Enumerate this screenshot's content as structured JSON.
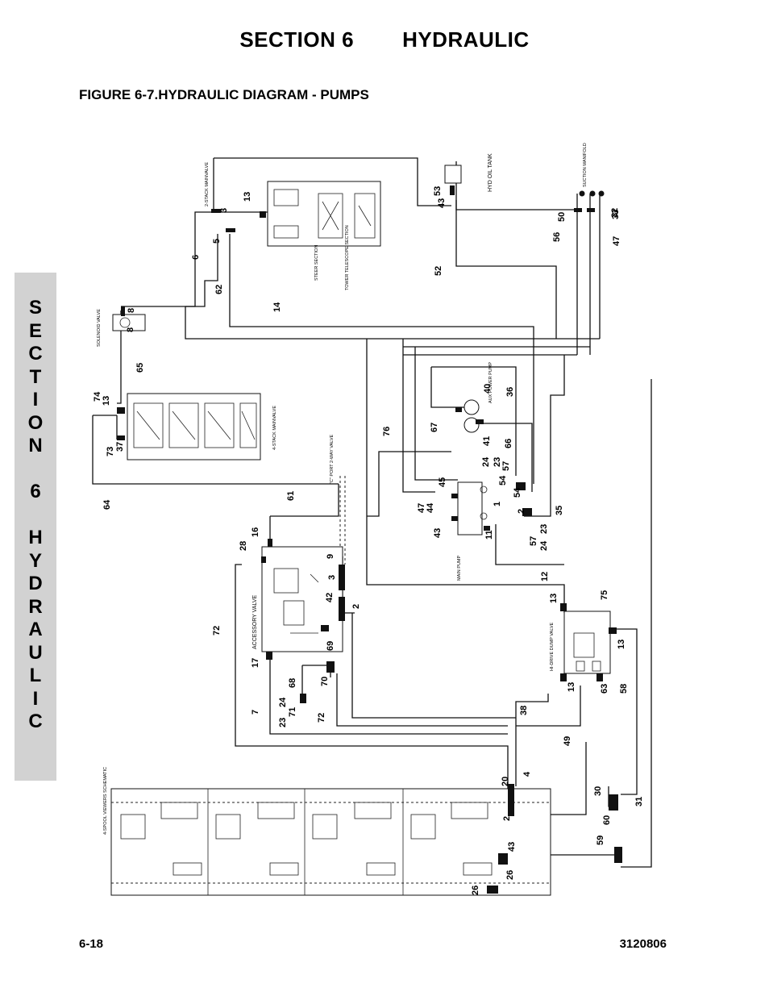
{
  "header": {
    "section": "SECTION 6",
    "topic": "HYDRAULIC",
    "figure_title": "FIGURE 6-7.HYDRAULIC DIAGRAM - PUMPS"
  },
  "side_tab": {
    "letters": [
      "S",
      "E",
      "C",
      "T",
      "I",
      "O",
      "N",
      "",
      "6",
      "",
      "H",
      "Y",
      "D",
      "R",
      "A",
      "U",
      "L",
      "I",
      "C"
    ]
  },
  "footer": {
    "page": "6-18",
    "doc_number": "3120806"
  },
  "diagram": {
    "component_labels": {
      "hyd_oil_tank": "HYD OIL TANK",
      "suction_manifold": "SUCTION MANIFOLD",
      "steer_section": "STEER SECTION",
      "tower_telescope_section": "TOWER TELESCOPE SECTION",
      "two_stack_mainvalve": "2-STACK MAINVALVE",
      "solenoid_valve": "SOLENOID VALVE",
      "four_stack_mainvalve": "4-STACK MAINVALVE",
      "accessory_valve": "ACCESSORY VALVE",
      "hi_drive_dump_valve": "HI-DRIVE DUMP VALVE",
      "main_pump": "MAIN PUMP",
      "aux_power_pump": "AUX POWER PUMP",
      "four_spool_viewers_schematic": "4-SPOOL VIEWERS SCHEMATIC",
      "port_2_way_valve": "\"C\" PORT 2-WAY VALVE"
    },
    "line_numbers": [
      {
        "n": "53"
      },
      {
        "n": "43"
      },
      {
        "n": "50"
      },
      {
        "n": "56"
      },
      {
        "n": "47"
      },
      {
        "n": "33"
      },
      {
        "n": "32"
      },
      {
        "n": "52"
      },
      {
        "n": "13"
      },
      {
        "n": "3"
      },
      {
        "n": "5"
      },
      {
        "n": "6"
      },
      {
        "n": "62"
      },
      {
        "n": "14"
      },
      {
        "n": "8"
      },
      {
        "n": "8"
      },
      {
        "n": "65"
      },
      {
        "n": "74"
      },
      {
        "n": "13"
      },
      {
        "n": "73"
      },
      {
        "n": "37"
      },
      {
        "n": "64"
      },
      {
        "n": "61"
      },
      {
        "n": "76"
      },
      {
        "n": "67"
      },
      {
        "n": "40"
      },
      {
        "n": "36"
      },
      {
        "n": "41"
      },
      {
        "n": "66"
      },
      {
        "n": "24"
      },
      {
        "n": "23"
      },
      {
        "n": "57"
      },
      {
        "n": "45"
      },
      {
        "n": "47"
      },
      {
        "n": "44"
      },
      {
        "n": "43"
      },
      {
        "n": "54"
      },
      {
        "n": "1"
      },
      {
        "n": "54"
      },
      {
        "n": "2"
      },
      {
        "n": "35"
      },
      {
        "n": "11"
      },
      {
        "n": "57"
      },
      {
        "n": "24"
      },
      {
        "n": "23"
      },
      {
        "n": "16"
      },
      {
        "n": "28"
      },
      {
        "n": "9"
      },
      {
        "n": "3"
      },
      {
        "n": "42"
      },
      {
        "n": "2"
      },
      {
        "n": "12"
      },
      {
        "n": "13"
      },
      {
        "n": "75"
      },
      {
        "n": "13"
      },
      {
        "n": "72"
      },
      {
        "n": "69"
      },
      {
        "n": "17"
      },
      {
        "n": "70"
      },
      {
        "n": "68"
      },
      {
        "n": "24"
      },
      {
        "n": "23"
      },
      {
        "n": "71"
      },
      {
        "n": "7"
      },
      {
        "n": "72"
      },
      {
        "n": "13"
      },
      {
        "n": "63"
      },
      {
        "n": "58"
      },
      {
        "n": "38"
      },
      {
        "n": "49"
      },
      {
        "n": "20"
      },
      {
        "n": "4"
      },
      {
        "n": "30"
      },
      {
        "n": "31"
      },
      {
        "n": "60"
      },
      {
        "n": "2"
      },
      {
        "n": "59"
      },
      {
        "n": "43"
      },
      {
        "n": "26"
      },
      {
        "n": "26"
      }
    ]
  }
}
